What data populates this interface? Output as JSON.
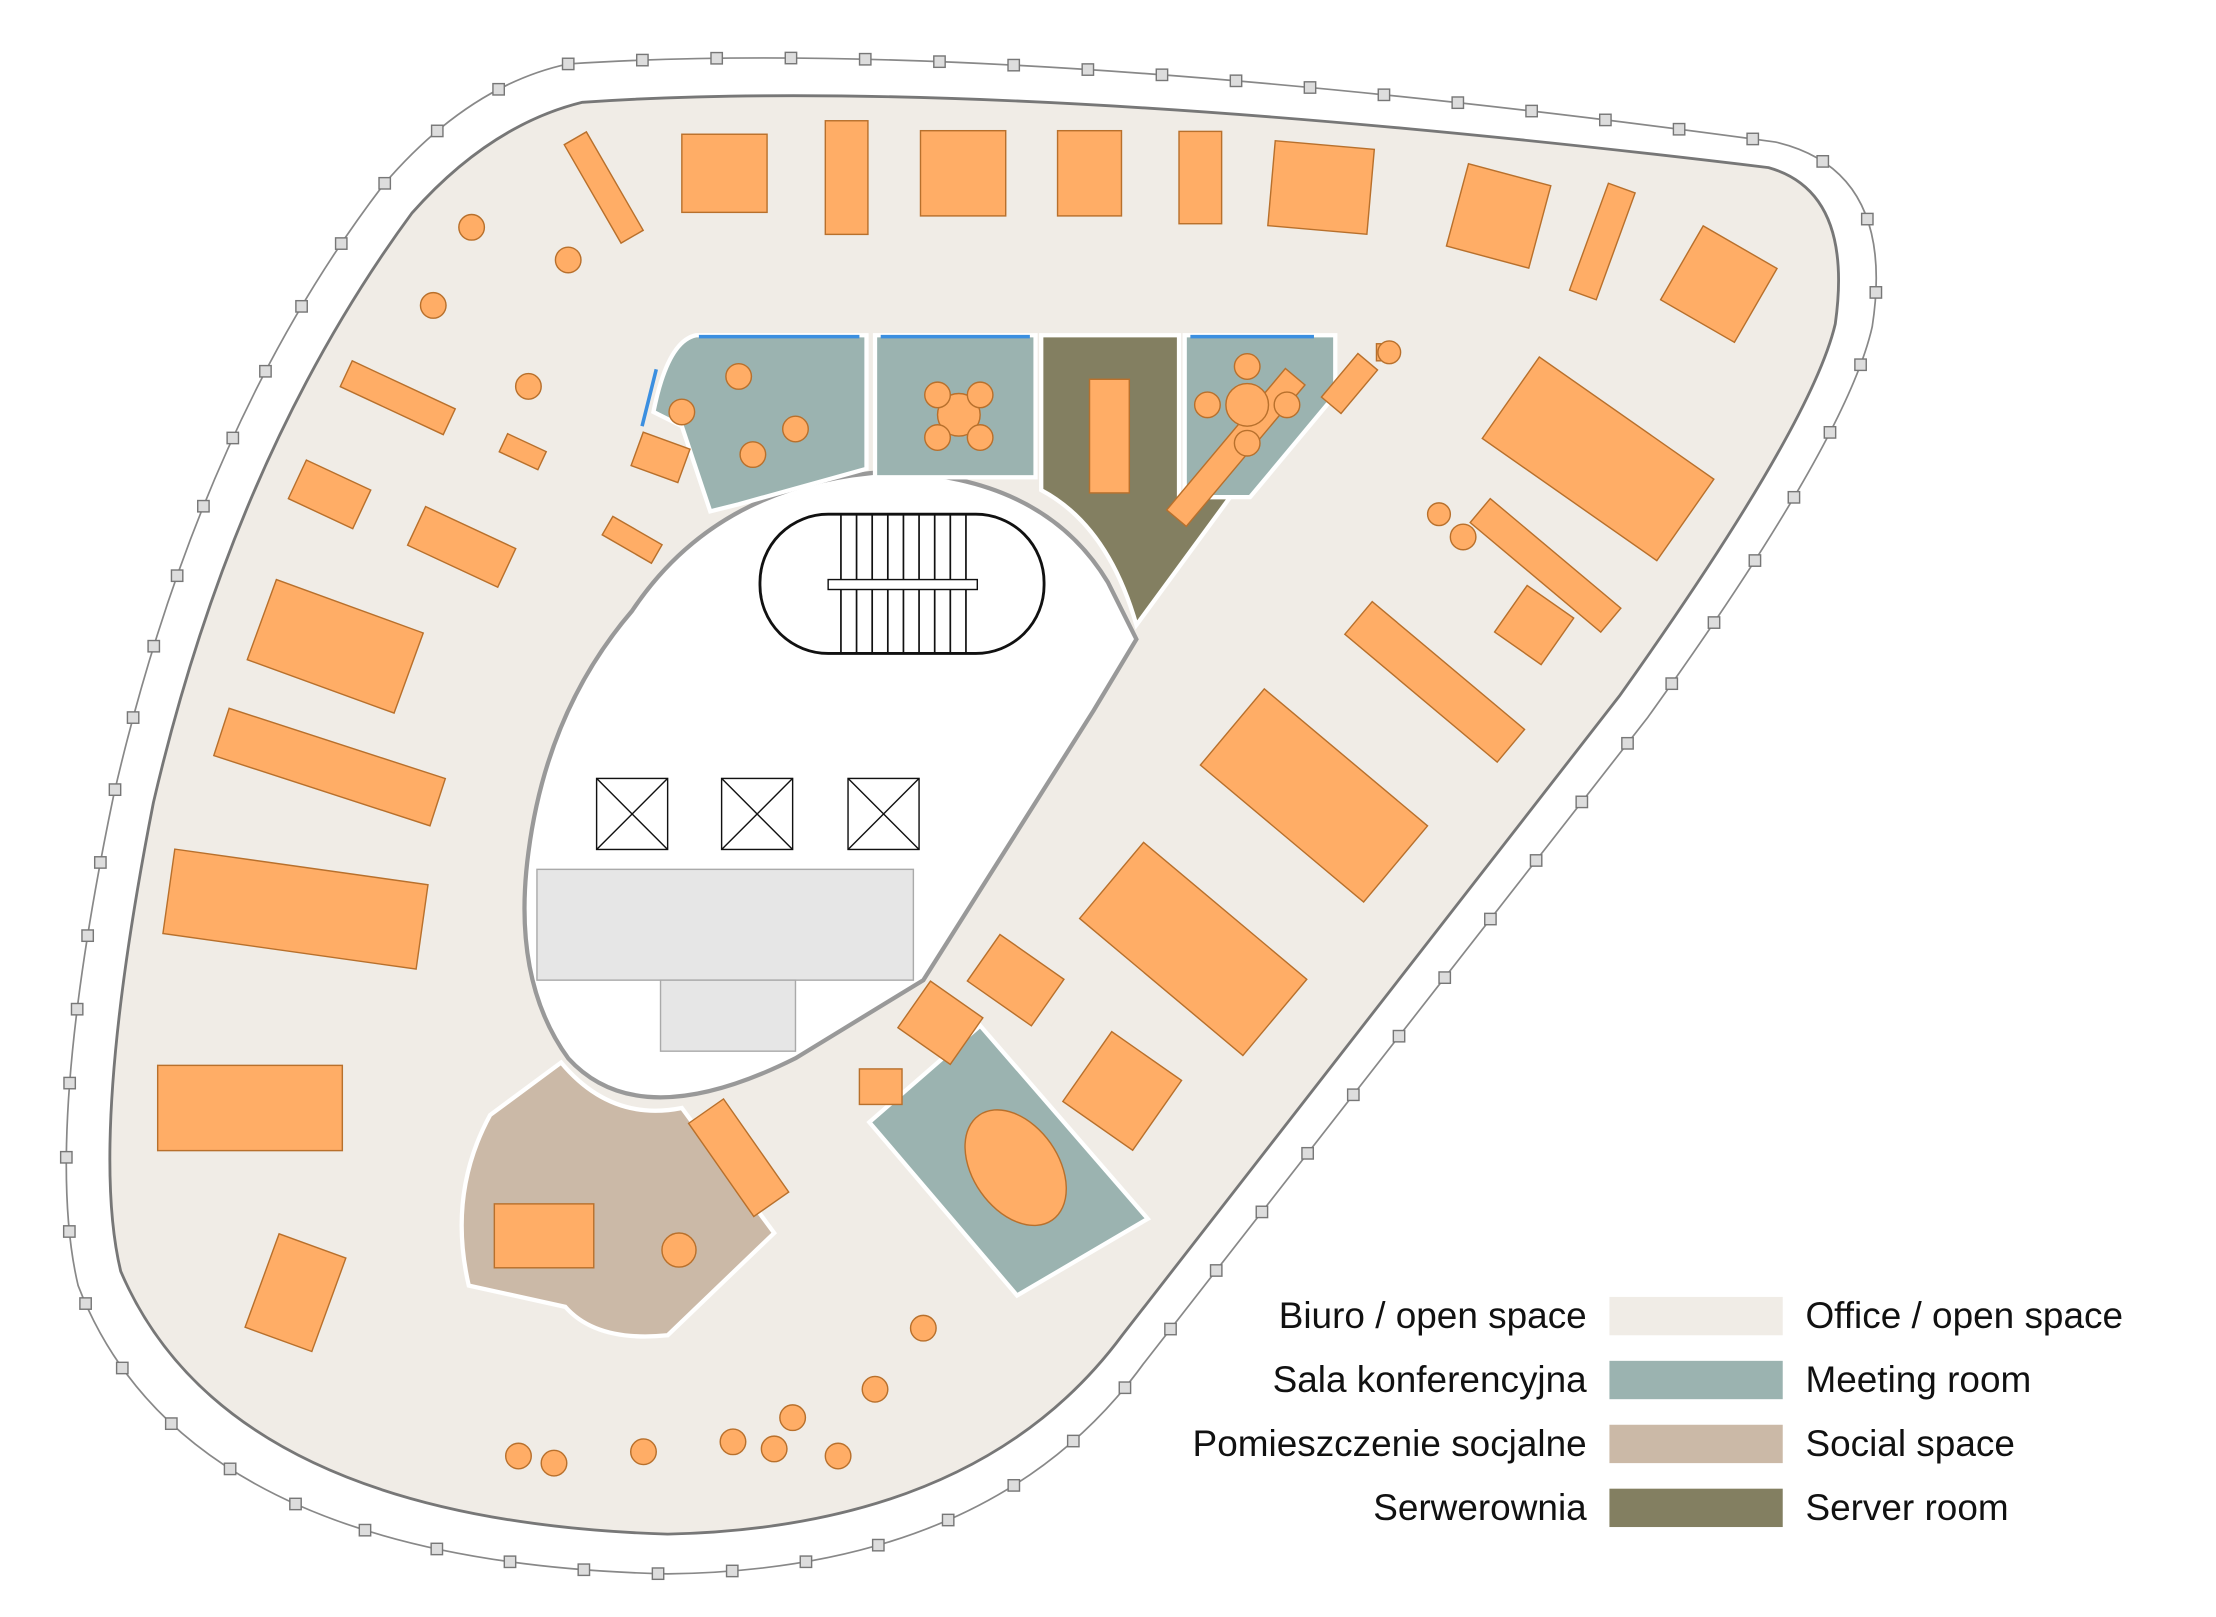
{
  "legend": {
    "items": [
      {
        "label_pl": "Biuro / open space",
        "label_en": "Office / open space",
        "color": "#f0ece6"
      },
      {
        "label_pl": "Sala konferencyjna",
        "label_en": "Meeting room",
        "color": "#9bb3b0"
      },
      {
        "label_pl": "Pomieszczenie socjalne",
        "label_en": "Social space",
        "color": "#cbb9a7"
      },
      {
        "label_pl": "Serwerownia",
        "label_en": "Server room",
        "color": "#837f61"
      }
    ]
  },
  "colors": {
    "furniture": "#ffad66",
    "furniture_stroke": "#b8702c",
    "glazing": "#3b8fe0",
    "core": "#ffffff",
    "toilets": "#e6e6e6"
  }
}
